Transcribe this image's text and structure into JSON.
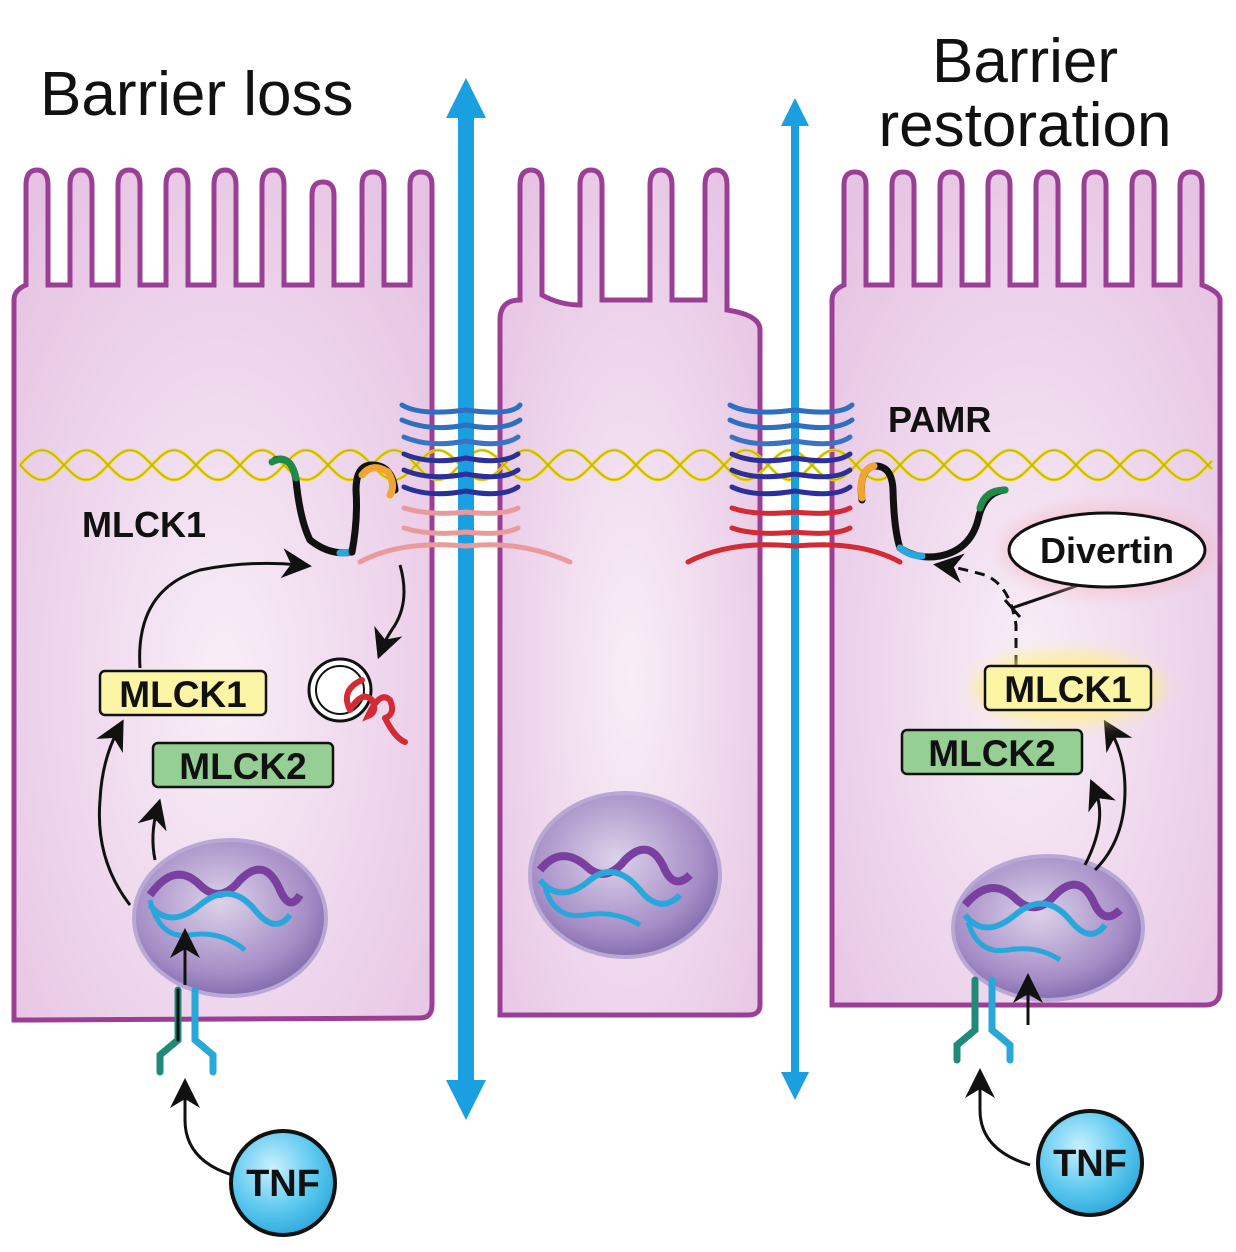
{
  "titles": {
    "left": "Barrier loss",
    "right_line1": "Barrier",
    "right_line2": "restoration"
  },
  "labels": {
    "mlck1_left": "MLCK1",
    "pamr": "PAMR",
    "divertin": "Divertin"
  },
  "boxes": {
    "left_mlck1": "MLCK1",
    "left_mlck2": "MLCK2",
    "right_mlck1": "MLCK1",
    "right_mlck2": "MLCK2"
  },
  "tnf": {
    "left": "TNF",
    "right": "TNF"
  },
  "colors": {
    "cell_fill": "#e9c9e6",
    "cell_stroke": "#9b3f96",
    "actin": "#f3e400",
    "permeability_arrow": "#1a9fe0",
    "mlck1_box": "#fbf5a5",
    "mlck2_box": "#95cf94",
    "tnf": "#5bc8ef",
    "claudin_blue": "#2f6fc0",
    "claudin_navy": "#2b2f9a",
    "occludin_red": "#d42a34",
    "occludin_pink": "#eb9a9c"
  }
}
